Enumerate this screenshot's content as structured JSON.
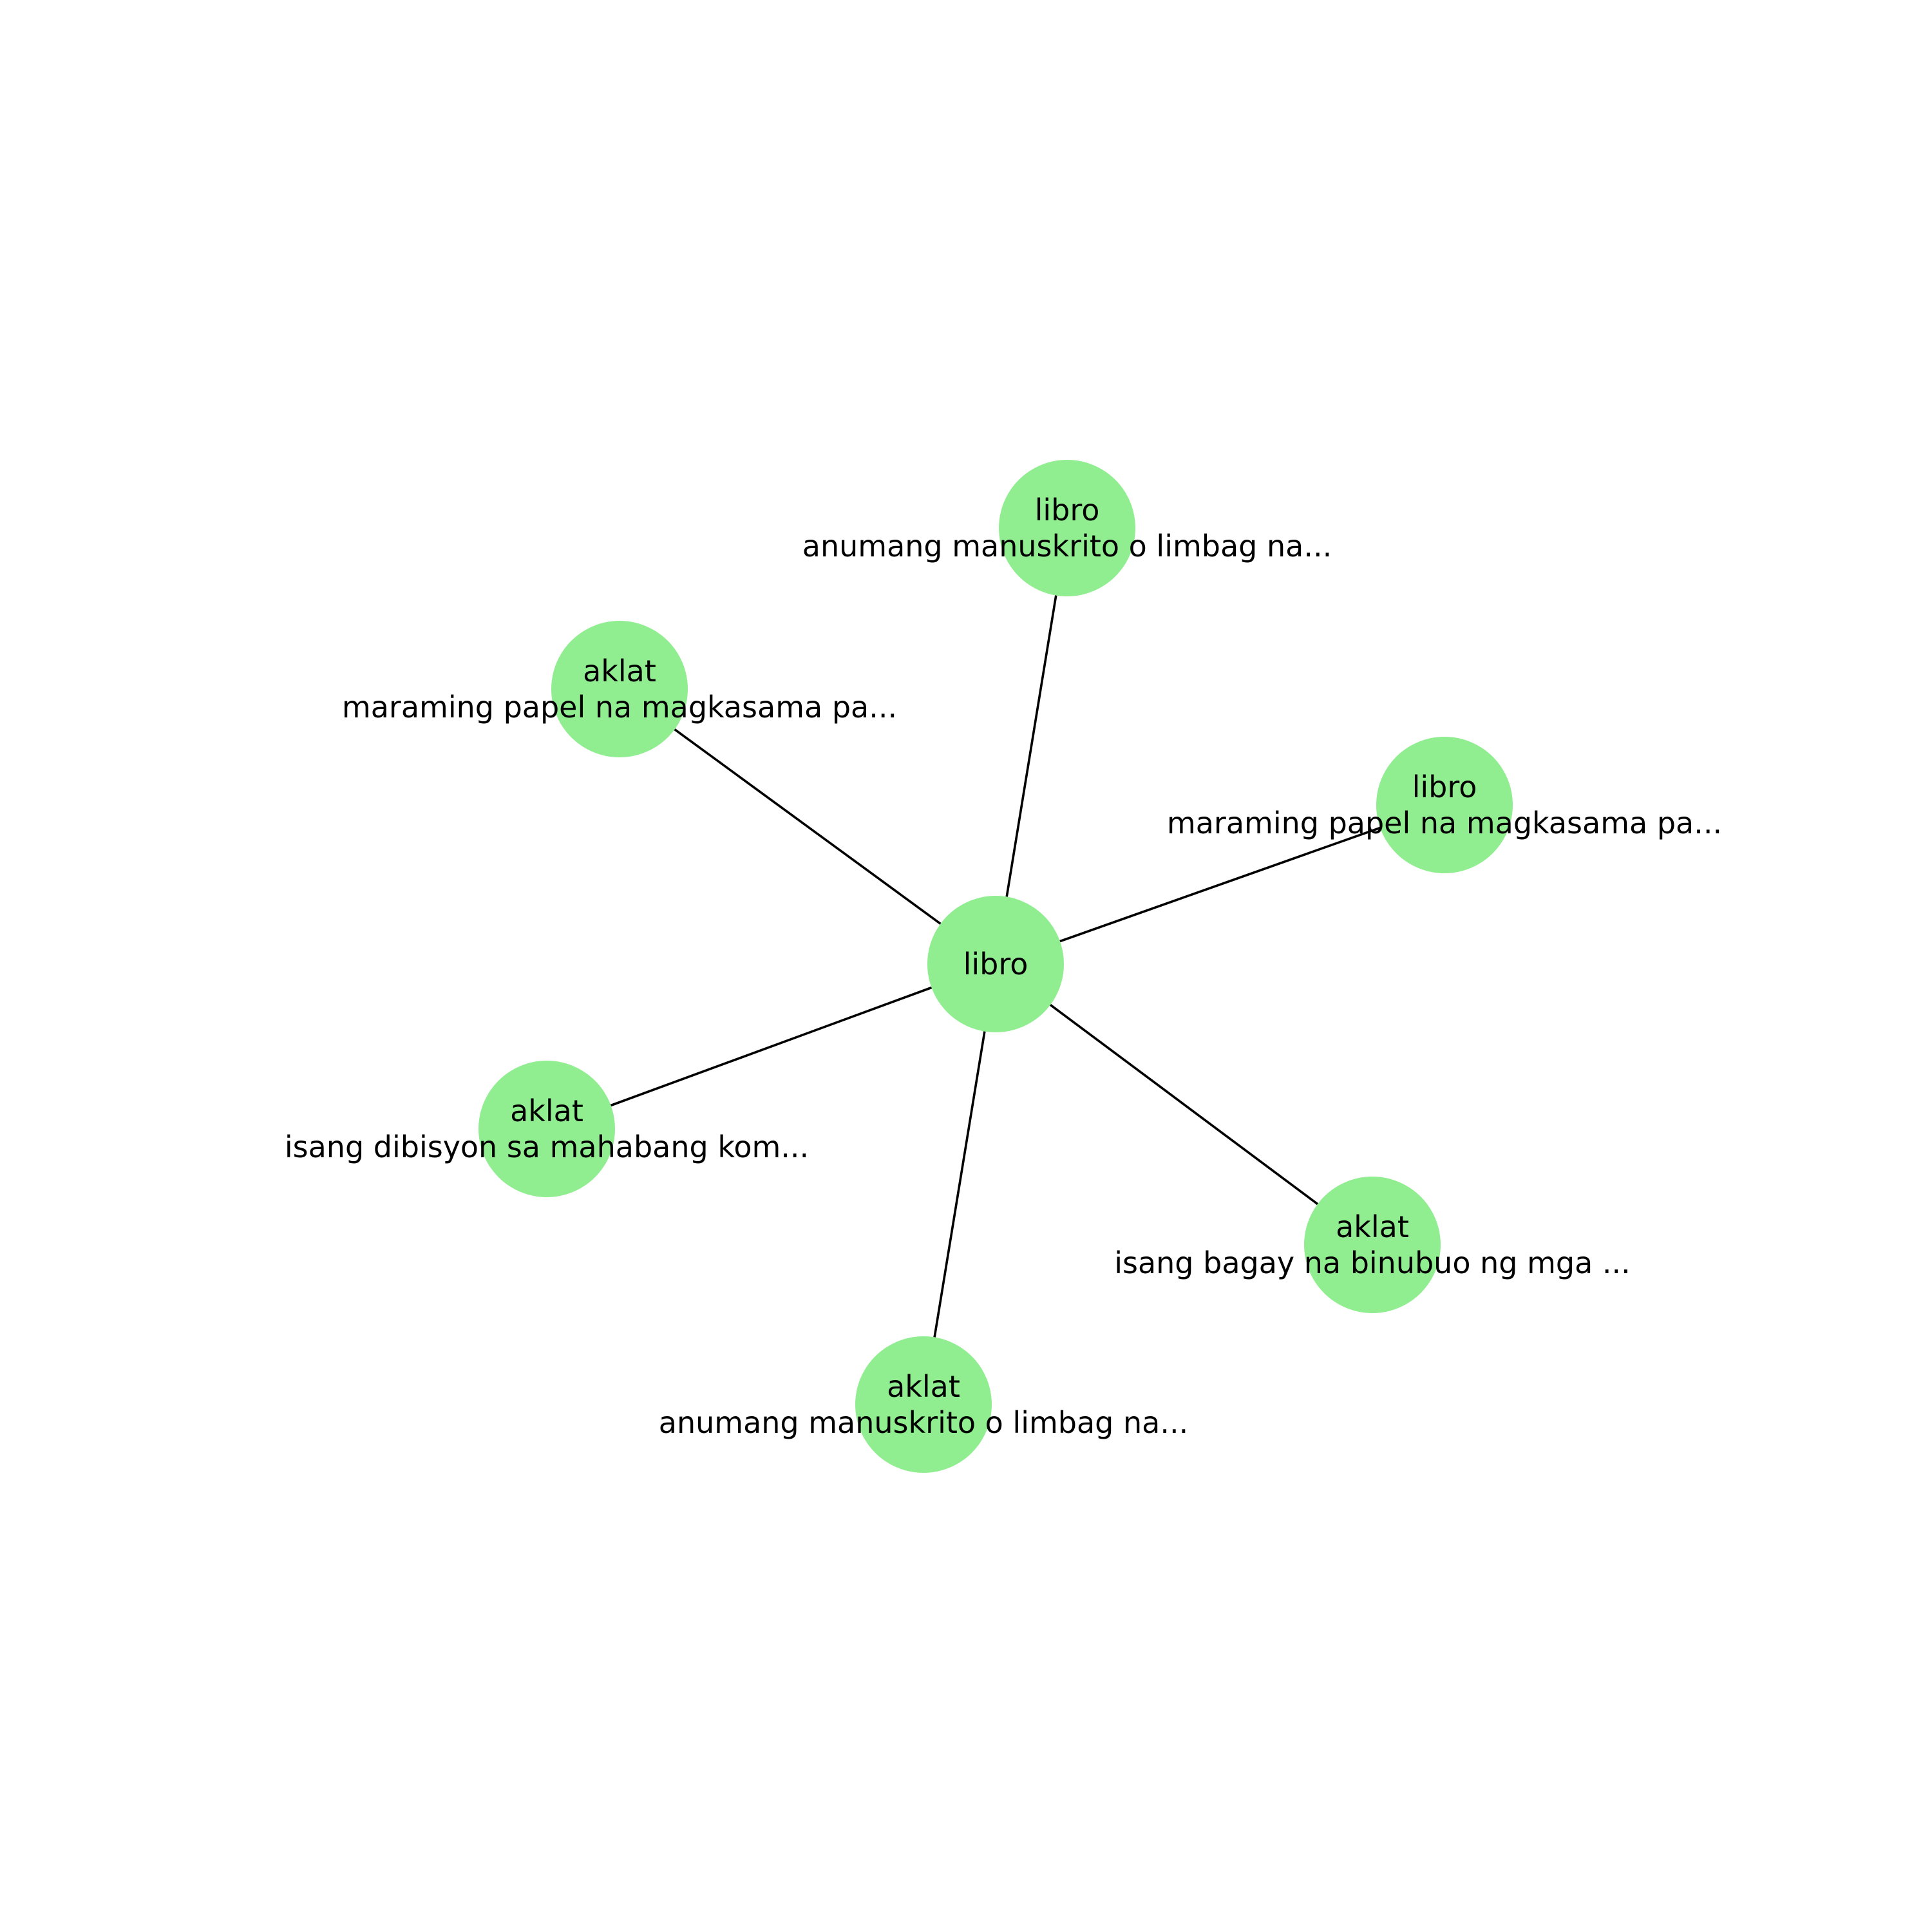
{
  "diagram": {
    "type": "star-graph",
    "node_color": "#90ee90",
    "edge_color": "#000000",
    "label_color": "#000000",
    "center": {
      "id": "center",
      "word": "libro",
      "gloss": ""
    },
    "nodes": [
      {
        "id": "n1",
        "word": "libro",
        "gloss": "anumang manuskrito o limbag na..."
      },
      {
        "id": "n2",
        "word": "aklat",
        "gloss": "maraming papel na magkasama pa..."
      },
      {
        "id": "n3",
        "word": "libro",
        "gloss": "maraming papel na magkasama pa..."
      },
      {
        "id": "n4",
        "word": "aklat",
        "gloss": "isang dibisyon sa mahabang kom..."
      },
      {
        "id": "n5",
        "word": "aklat",
        "gloss": "isang bagay na binubuo ng mga ..."
      },
      {
        "id": "n6",
        "word": "aklat",
        "gloss": "anumang manuskrito o limbag na..."
      }
    ],
    "edges": [
      {
        "from": "center",
        "to": "n1"
      },
      {
        "from": "center",
        "to": "n2"
      },
      {
        "from": "center",
        "to": "n3"
      },
      {
        "from": "center",
        "to": "n4"
      },
      {
        "from": "center",
        "to": "n5"
      },
      {
        "from": "center",
        "to": "n6"
      }
    ]
  }
}
